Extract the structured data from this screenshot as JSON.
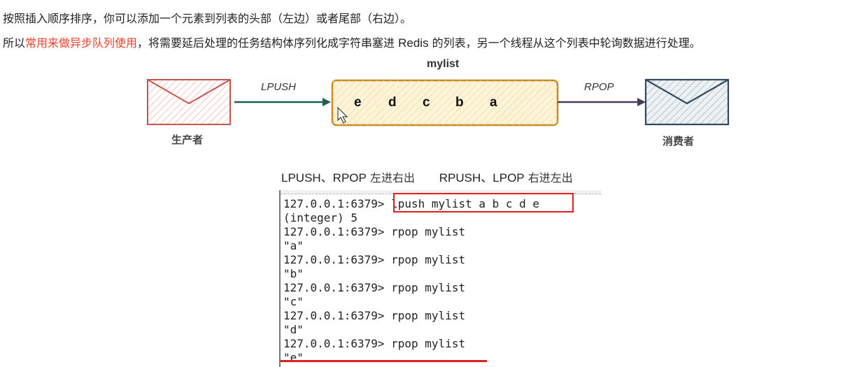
{
  "intro": {
    "line1": "按照插入顺序排序，你可以添加一个元素到列表的头部（左边）或者尾部（右边）。",
    "line2_prefix": "所以",
    "line2_highlight": "常用来做异步队列使用",
    "line2_mid": "，将需要延后处理的任务结构体序列化成字符串塞进 ",
    "line2_code": "Redis",
    "line2_suffix": " 的列表，另一个线程从这个列表中轮询数据进行处理。"
  },
  "colors": {
    "highlight": "#e8412c",
    "producer": "#c9554a",
    "consumer": "#2e4a5c",
    "list_border": "#c88a1f",
    "list_fill": "#fdf3d6",
    "lpush_arrow": "#1f5e52",
    "rpop_arrow": "#4a3b5e",
    "annotation": "#e02020"
  },
  "diagram": {
    "list_title": "mylist",
    "lpush_label": "LPUSH",
    "rpop_label": "RPOP",
    "producer_label": "生产者",
    "consumer_label": "消费者",
    "producer_icon": "envelope-icon",
    "consumer_icon": "envelope-icon",
    "items": [
      "e",
      "d",
      "c",
      "b",
      "a"
    ]
  },
  "caption": {
    "left_cmds": "LPUSH、RPOP",
    "left_desc": " 左进右出",
    "right_cmds": "RPUSH、LPOP",
    "right_desc": " 右进左出"
  },
  "terminal": {
    "lines": [
      "127.0.0.1:6379> lpush mylist a b c d e",
      "(integer) 5",
      "127.0.0.1:6379> rpop mylist",
      "\"a\"",
      "127.0.0.1:6379> rpop mylist",
      "\"b\"",
      "127.0.0.1:6379> rpop mylist",
      "\"c\"",
      "127.0.0.1:6379> rpop mylist",
      "\"d\"",
      "127.0.0.1:6379> rpop mylist",
      "\"e\""
    ]
  }
}
